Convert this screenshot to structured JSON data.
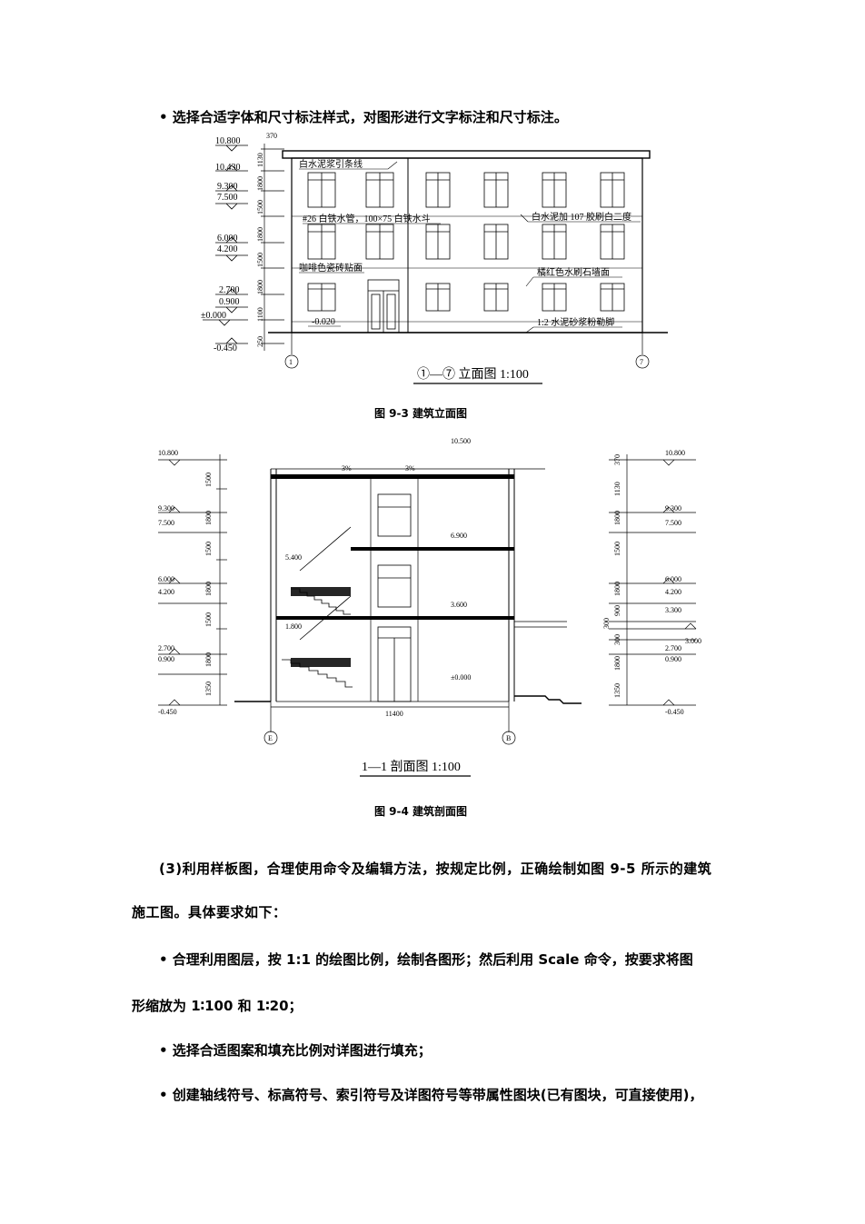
{
  "bullets": {
    "b1": "• 选择合适字体和尺寸标注样式，对图形进行文字标注和尺寸标注。",
    "b2": "• 合理利用图层，按 1:1 的绘图比例，绘制各图形；然后利用 Scale 命令，按要求将图",
    "b2_cont": "形缩放为 1∶100 和 1∶20；",
    "b3": "• 选择合适图案和填充比例对详图进行填充；",
    "b4": "• 创建轴线符号、标高符号、索引符号及详图符号等带属性图块(已有图块，可直接使用)，"
  },
  "para3": {
    "line1": "(3)利用样板图，合理使用命令及编辑方法，按规定比例，正确绘制如图 9-5 所示的建筑",
    "line2": "施工图。具体要求如下："
  },
  "figure1": {
    "caption": "图 9-3    建筑立面图",
    "title": "①—⑦ 立面图 1:100",
    "elevations": [
      "10.800",
      "10.430",
      "9.300",
      "7.500",
      "6.000",
      "4.200",
      "2.700",
      "0.900",
      "±0.000",
      "-0.450"
    ],
    "dims": [
      "370",
      "1130",
      "1800",
      "1500",
      "1800",
      "1500",
      "1800",
      "1100",
      "250"
    ],
    "notes": {
      "n1": "白水泥浆引条线",
      "n2": "#26 白铁水管，100×75 白铁水斗",
      "n3": "白水泥加 107 胶刷白二度",
      "n4": "咖啡色瓷砖贴面",
      "n5": "橘红色水刷石墙面",
      "n6": "1:2 水泥砂浆粉勒脚",
      "n7": "-0.020"
    },
    "axis_left": "1",
    "axis_right": "7"
  },
  "figure2": {
    "caption": "图 9-4    建筑剖面图",
    "title": "1—1 剖面图 1:100",
    "left_elev": [
      "10.800",
      "9.300",
      "7.500",
      "6.000",
      "4.200",
      "2.700",
      "0.900",
      "-0.450"
    ],
    "left_dims": [
      "1500",
      "1800",
      "1500",
      "1800",
      "1500",
      "1800",
      "1350"
    ],
    "right_elev": [
      "10.800",
      "9.300",
      "7.500",
      "6.000",
      "4.200",
      "3.300",
      "3.000",
      "2.700",
      "0.900",
      "-0.450"
    ],
    "right_dims": [
      "370",
      "1130",
      "1800",
      "1500",
      "1800",
      "900",
      "300",
      "300",
      "1800",
      "1350"
    ],
    "inner": {
      "top": "10.500",
      "f3": "6.900",
      "f2": "3.600",
      "ground": "±0.000",
      "l1": "5.400",
      "l2": "1.800",
      "slope": "3%"
    },
    "span": "11400",
    "axis_left": "E",
    "axis_right": "B"
  }
}
